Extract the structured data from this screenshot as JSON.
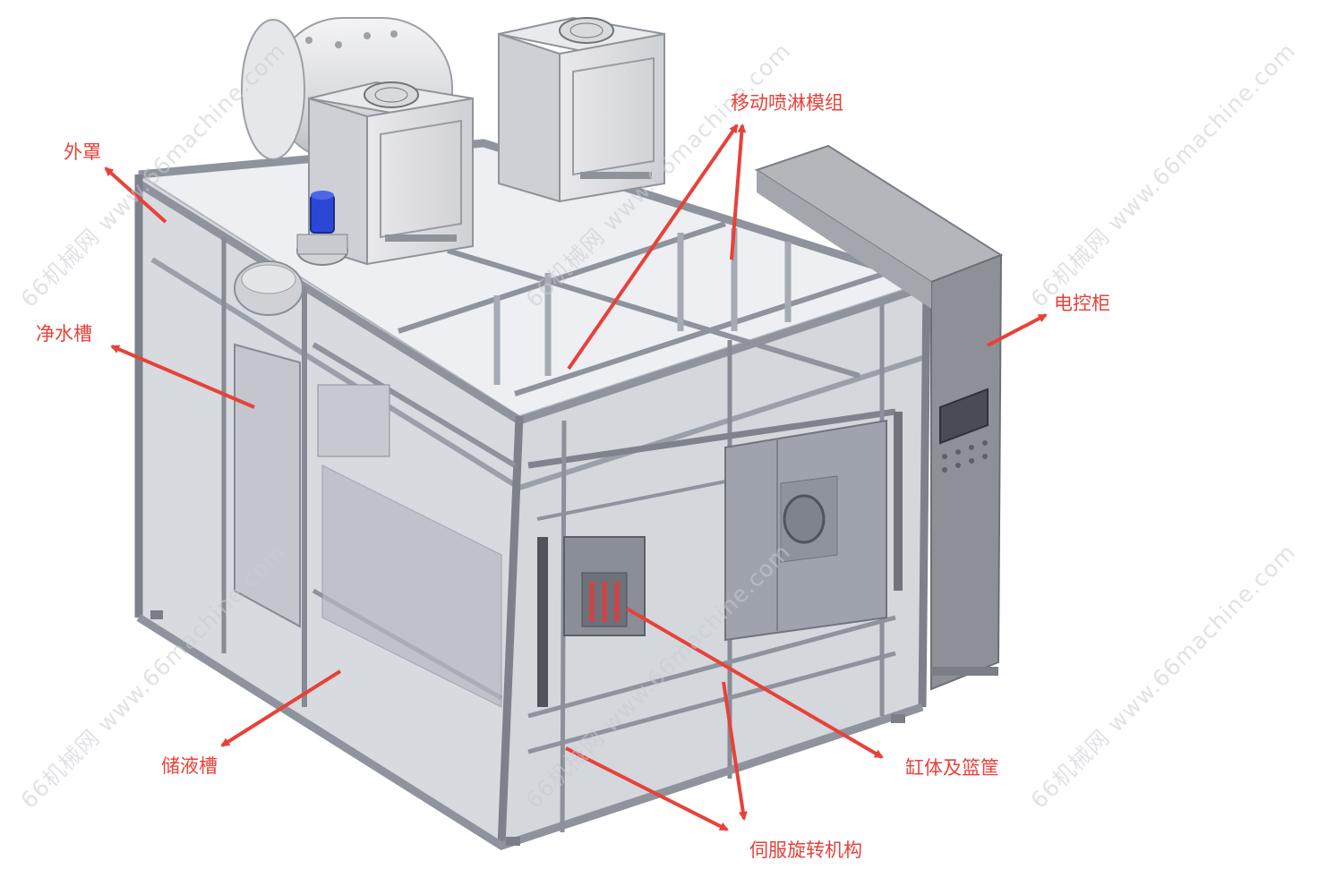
{
  "labels": {
    "cover": "外罩",
    "clean_tank": "净水槽",
    "storage_tank": "储液槽",
    "spray_module": "移动喷淋模组",
    "control_cabinet": "电控柜",
    "cylinder_basket": "缸体及篮筐",
    "servo_rotation": "伺服旋转机构"
  },
  "watermark": "66机械网 www.66machine.com",
  "colors": {
    "annotation": "#e8413a",
    "frame": "#9ea3ad",
    "panel": "#b9bdc6",
    "cabinet": "#8d8f96",
    "screen": "#4a4c55",
    "motor": "#2b47d6"
  }
}
